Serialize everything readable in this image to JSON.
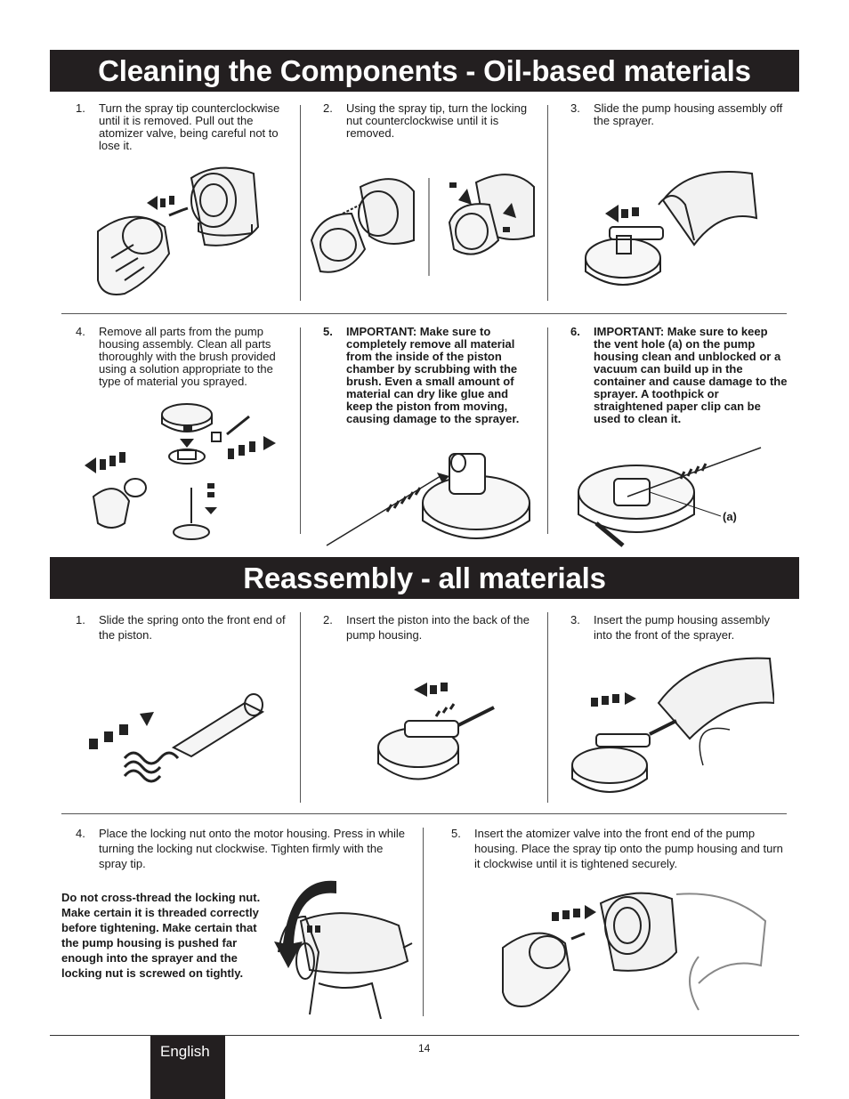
{
  "section1": {
    "title": "Cleaning the Components - Oil-based materials",
    "steps": [
      {
        "num": "1.",
        "text": "Turn the spray tip counterclockwise until it is removed.  Pull out the atomizer valve, being careful not to lose it."
      },
      {
        "num": "2.",
        "text": "Using the spray tip, turn the locking nut counterclockwise until it is removed."
      },
      {
        "num": "3.",
        "text": "Slide the pump housing assembly off the sprayer."
      },
      {
        "num": "4.",
        "text": "Remove all parts from the pump housing assembly.  Clean all parts thoroughly with the brush provided using a solution appropriate to the type of material you sprayed."
      },
      {
        "num": "5.",
        "text": "IMPORTANT:  Make sure to completely remove all material from the inside of the piston chamber by scrubbing with the brush.  Even a small amount of material can dry like glue and keep the piston from moving, causing damage to the sprayer."
      },
      {
        "num": "6.",
        "text": "IMPORTANT:  Make sure to keep the vent hole (a) on the pump housing clean and unblocked or a vacuum can build up in the container and cause damage to the sprayer.  A toothpick or straightened paper clip can be used to clean it."
      }
    ],
    "callout_label": "(a)"
  },
  "section2": {
    "title": "Reassembly - all materials",
    "steps": [
      {
        "num": "1.",
        "text": "Slide the spring onto the front end of the piston."
      },
      {
        "num": "2.",
        "text": "Insert the piston into the back of the pump housing."
      },
      {
        "num": "3.",
        "text": "Insert the pump housing assembly into the front of the sprayer."
      },
      {
        "num": "4.",
        "text": "Place the locking nut onto the motor housing.  Press in while turning the locking nut clockwise.  Tighten firmly with the spray tip."
      },
      {
        "num": "5.",
        "text": "Insert the atomizer valve into the front end of the pump housing. Place the spray tip onto the pump housing and turn it clockwise until it is tightened securely."
      }
    ],
    "warning": "Do not cross-thread the locking nut.  Make certain it is threaded correctly before tightening.  Make certain that the pump housing is pushed far enough into the sprayer and the locking nut is screwed on tightly."
  },
  "footer": {
    "language": "English",
    "page_number": "14"
  }
}
